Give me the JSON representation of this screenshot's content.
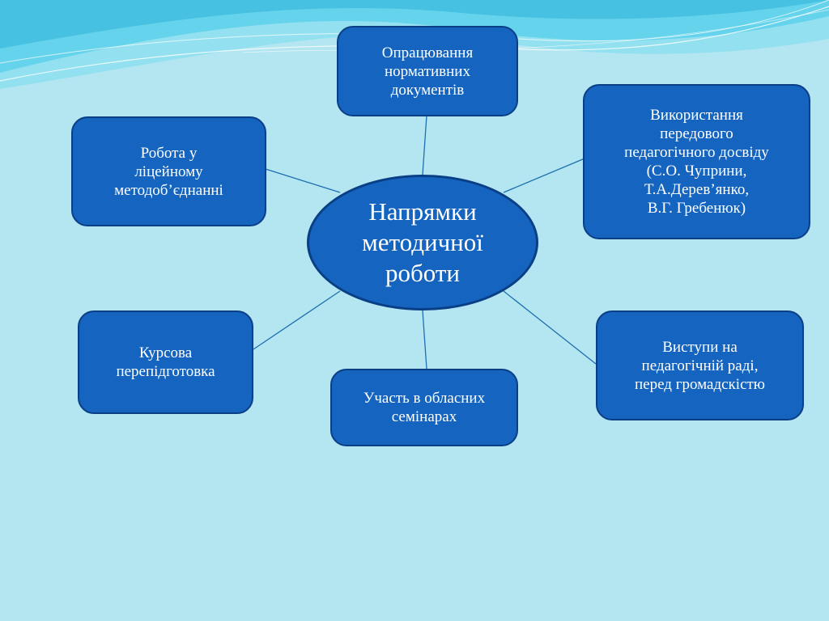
{
  "diagram": {
    "center": {
      "label": "Напрямки\nметодичної\nроботи"
    },
    "nodes": [
      {
        "id": "documents",
        "label": "Опрацювання\nнормативних\nдокументів"
      },
      {
        "id": "experience",
        "label": "Використання\nпередового\nпедагогічного досвіду\n(С.О.  Чуприни,\nТ.А.Дерев’янко,\nВ.Г. Гребенюк)"
      },
      {
        "id": "lyceum",
        "label": "Робота  у\nліцейному\nметодоб’єднанні"
      },
      {
        "id": "courses",
        "label": "Курсова\nперепідготовка"
      },
      {
        "id": "seminars",
        "label": "Участь  в  обласних\nсемінарах"
      },
      {
        "id": "speeches",
        "label": "Виступи  на\nпедагогічній  раді,\nперед  громадскістю"
      }
    ]
  },
  "colors": {
    "background": "#b3e6f1",
    "node_fill": "#1565c0",
    "node_border": "#0a3f86",
    "connector": "#1e6fb0",
    "wave_light": "#8fe0ef",
    "wave_mid": "#4fc9e6",
    "wave_dark": "#2eb3d8"
  }
}
